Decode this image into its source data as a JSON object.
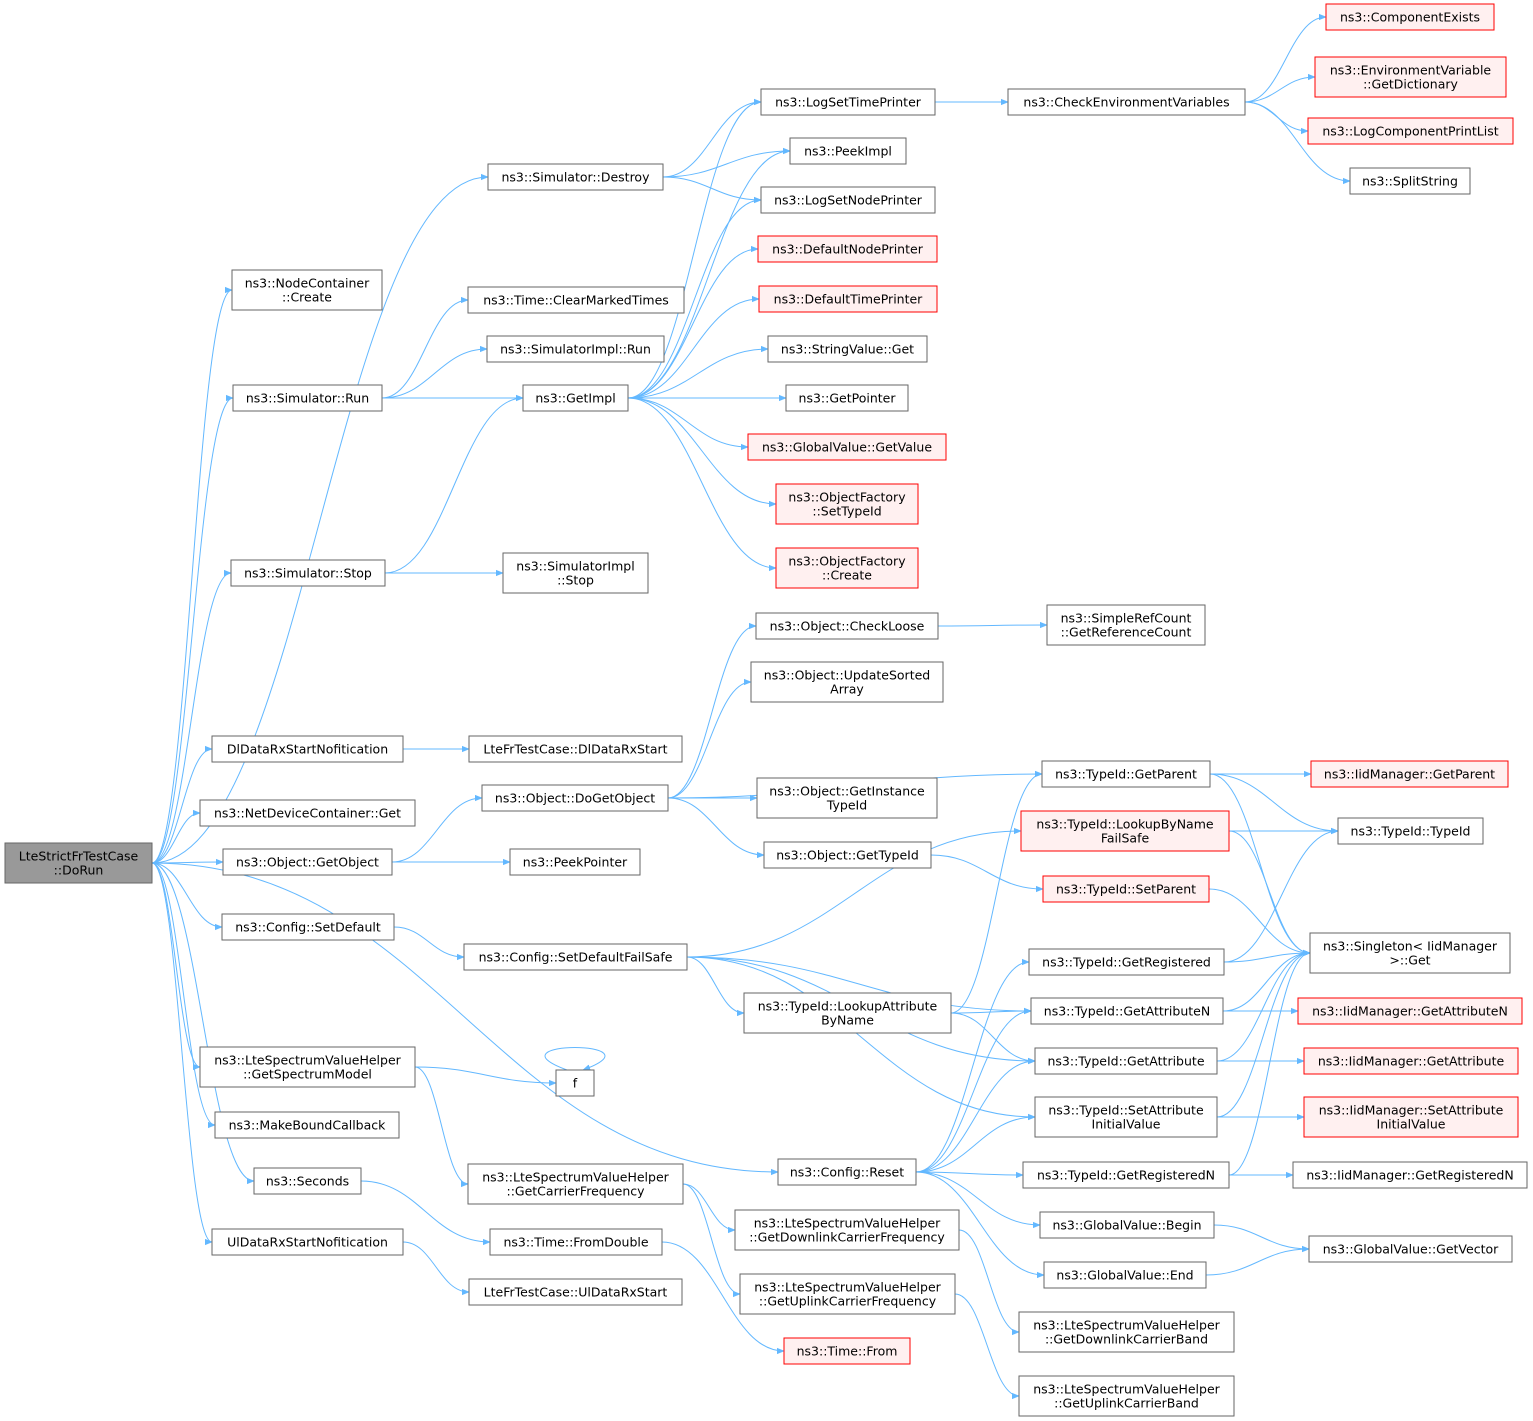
{
  "colors": {
    "edge": "#63b8ff",
    "root_fill": "#999999",
    "root_stroke": "#666666",
    "node_fill": "#ffffff",
    "node_stroke": "#666666",
    "trunc_fill": "#fff0f0",
    "trunc_stroke": "#ff0000"
  },
  "nodes": [
    {
      "id": "dorun",
      "kind": "root",
      "lines": [
        "LteStrictFrTestCase",
        "::DoRun"
      ]
    },
    {
      "id": "nc_create",
      "kind": "normal",
      "lines": [
        "ns3::NodeContainer",
        "::Create"
      ]
    },
    {
      "id": "sim_destroy",
      "kind": "normal",
      "lines": [
        "ns3::Simulator::Destroy"
      ]
    },
    {
      "id": "time_clear",
      "kind": "normal",
      "lines": [
        "ns3::Time::ClearMarkedTimes"
      ]
    },
    {
      "id": "simimpl_run",
      "kind": "normal",
      "lines": [
        "ns3::SimulatorImpl::Run"
      ]
    },
    {
      "id": "sim_run",
      "kind": "normal",
      "lines": [
        "ns3::Simulator::Run"
      ]
    },
    {
      "id": "getimpl",
      "kind": "normal",
      "lines": [
        "ns3::GetImpl"
      ]
    },
    {
      "id": "sim_stop",
      "kind": "normal",
      "lines": [
        "ns3::Simulator::Stop"
      ]
    },
    {
      "id": "simimpl_stop",
      "kind": "normal",
      "lines": [
        "ns3::SimulatorImpl",
        "::Stop"
      ]
    },
    {
      "id": "logsettime",
      "kind": "normal",
      "lines": [
        "ns3::LogSetTimePrinter"
      ]
    },
    {
      "id": "peekimpl",
      "kind": "normal",
      "lines": [
        "ns3::PeekImpl"
      ]
    },
    {
      "id": "logsetnode",
      "kind": "normal",
      "lines": [
        "ns3::LogSetNodePrinter"
      ]
    },
    {
      "id": "defnode",
      "kind": "trunc",
      "lines": [
        "ns3::DefaultNodePrinter"
      ]
    },
    {
      "id": "deftime",
      "kind": "trunc",
      "lines": [
        "ns3::DefaultTimePrinter"
      ]
    },
    {
      "id": "strval_get",
      "kind": "normal",
      "lines": [
        "ns3::StringValue::Get"
      ]
    },
    {
      "id": "getpointer",
      "kind": "normal",
      "lines": [
        "ns3::GetPointer"
      ]
    },
    {
      "id": "gv_getvalue",
      "kind": "trunc",
      "lines": [
        "ns3::GlobalValue::GetValue"
      ]
    },
    {
      "id": "of_settypeid",
      "kind": "trunc",
      "lines": [
        "ns3::ObjectFactory",
        "::SetTypeId"
      ]
    },
    {
      "id": "of_create",
      "kind": "trunc",
      "lines": [
        "ns3::ObjectFactory",
        "::Create"
      ]
    },
    {
      "id": "checkenv",
      "kind": "normal",
      "lines": [
        "ns3::CheckEnvironmentVariables"
      ]
    },
    {
      "id": "compexists",
      "kind": "trunc",
      "lines": [
        "ns3::ComponentExists"
      ]
    },
    {
      "id": "envgetdict",
      "kind": "trunc",
      "lines": [
        "ns3::EnvironmentVariable",
        "::GetDictionary"
      ]
    },
    {
      "id": "logcompprint",
      "kind": "trunc",
      "lines": [
        "ns3::LogComponentPrintList"
      ]
    },
    {
      "id": "splitstring",
      "kind": "normal",
      "lines": [
        "ns3::SplitString"
      ]
    },
    {
      "id": "obj_checkloose",
      "kind": "normal",
      "lines": [
        "ns3::Object::CheckLoose"
      ]
    },
    {
      "id": "srefcount",
      "kind": "normal",
      "lines": [
        "ns3::SimpleRefCount",
        "::GetReferenceCount"
      ]
    },
    {
      "id": "obj_updsorted",
      "kind": "normal",
      "lines": [
        "ns3::Object::UpdateSorted",
        "Array"
      ]
    },
    {
      "id": "dldata",
      "kind": "normal",
      "lines": [
        "DlDataRxStartNofitication"
      ]
    },
    {
      "id": "ltefr_dl",
      "kind": "normal",
      "lines": [
        "LteFrTestCase::DlDataRxStart"
      ]
    },
    {
      "id": "ndc_get",
      "kind": "normal",
      "lines": [
        "ns3::NetDeviceContainer::Get"
      ]
    },
    {
      "id": "obj_dogetobject",
      "kind": "normal",
      "lines": [
        "ns3::Object::DoGetObject"
      ]
    },
    {
      "id": "obj_getinst",
      "kind": "normal",
      "lines": [
        "ns3::Object::GetInstance",
        "TypeId"
      ]
    },
    {
      "id": "obj_gettypeid",
      "kind": "normal",
      "lines": [
        "ns3::Object::GetTypeId"
      ]
    },
    {
      "id": "obj_getobject",
      "kind": "normal",
      "lines": [
        "ns3::Object::GetObject"
      ]
    },
    {
      "id": "peekpointer",
      "kind": "normal",
      "lines": [
        "ns3::PeekPointer"
      ]
    },
    {
      "id": "tid_getparent",
      "kind": "normal",
      "lines": [
        "ns3::TypeId::GetParent"
      ]
    },
    {
      "id": "iid_getparent",
      "kind": "trunc",
      "lines": [
        "ns3::IidManager::GetParent"
      ]
    },
    {
      "id": "tid_lookupname",
      "kind": "trunc",
      "lines": [
        "ns3::TypeId::LookupByName",
        "FailSafe"
      ]
    },
    {
      "id": "tid_typeid",
      "kind": "normal",
      "lines": [
        "ns3::TypeId::TypeId"
      ]
    },
    {
      "id": "tid_setparent",
      "kind": "trunc",
      "lines": [
        "ns3::TypeId::SetParent"
      ]
    },
    {
      "id": "cfg_setdefault",
      "kind": "normal",
      "lines": [
        "ns3::Config::SetDefault"
      ]
    },
    {
      "id": "cfg_setdefaultfs",
      "kind": "normal",
      "lines": [
        "ns3::Config::SetDefaultFailSafe"
      ]
    },
    {
      "id": "tid_getregistered",
      "kind": "normal",
      "lines": [
        "ns3::TypeId::GetRegistered"
      ]
    },
    {
      "id": "singleton_get",
      "kind": "normal",
      "lines": [
        "ns3::Singleton< IidManager",
        ">::Get"
      ]
    },
    {
      "id": "tid_lookupattr",
      "kind": "normal",
      "lines": [
        "ns3::TypeId::LookupAttribute",
        "ByName"
      ]
    },
    {
      "id": "tid_getattrn",
      "kind": "normal",
      "lines": [
        "ns3::TypeId::GetAttributeN"
      ]
    },
    {
      "id": "iid_getattrn",
      "kind": "trunc",
      "lines": [
        "ns3::IidManager::GetAttributeN"
      ]
    },
    {
      "id": "ltesvh_getmodel",
      "kind": "normal",
      "lines": [
        "ns3::LteSpectrumValueHelper",
        "::GetSpectrumModel"
      ]
    },
    {
      "id": "f",
      "kind": "normal",
      "lines": [
        "f"
      ]
    },
    {
      "id": "tid_getattr",
      "kind": "normal",
      "lines": [
        "ns3::TypeId::GetAttribute"
      ]
    },
    {
      "id": "iid_getattr",
      "kind": "trunc",
      "lines": [
        "ns3::IidManager::GetAttribute"
      ]
    },
    {
      "id": "makebound",
      "kind": "normal",
      "lines": [
        "ns3::MakeBoundCallback"
      ]
    },
    {
      "id": "tid_setattrinit",
      "kind": "normal",
      "lines": [
        "ns3::TypeId::SetAttribute",
        "InitialValue"
      ]
    },
    {
      "id": "iid_setattrinit",
      "kind": "trunc",
      "lines": [
        "ns3::IidManager::SetAttribute",
        "InitialValue"
      ]
    },
    {
      "id": "ltesvh_getcarrier",
      "kind": "normal",
      "lines": [
        "ns3::LteSpectrumValueHelper",
        "::GetCarrierFrequency"
      ]
    },
    {
      "id": "cfg_reset",
      "kind": "normal",
      "lines": [
        "ns3::Config::Reset"
      ]
    },
    {
      "id": "tid_getregn",
      "kind": "normal",
      "lines": [
        "ns3::TypeId::GetRegisteredN"
      ]
    },
    {
      "id": "iid_getregn",
      "kind": "normal",
      "lines": [
        "ns3::IidManager::GetRegisteredN"
      ]
    },
    {
      "id": "seconds",
      "kind": "normal",
      "lines": [
        "ns3::Seconds"
      ]
    },
    {
      "id": "gv_begin",
      "kind": "normal",
      "lines": [
        "ns3::GlobalValue::Begin"
      ]
    },
    {
      "id": "ltesvh_getdlcf",
      "kind": "normal",
      "lines": [
        "ns3::LteSpectrumValueHelper",
        "::GetDownlinkCarrierFrequency"
      ]
    },
    {
      "id": "uldata",
      "kind": "normal",
      "lines": [
        "UlDataRxStartNofitication"
      ]
    },
    {
      "id": "time_fromdouble",
      "kind": "normal",
      "lines": [
        "ns3::Time::FromDouble"
      ]
    },
    {
      "id": "gv_getvector",
      "kind": "normal",
      "lines": [
        "ns3::GlobalValue::GetVector"
      ]
    },
    {
      "id": "gv_end",
      "kind": "normal",
      "lines": [
        "ns3::GlobalValue::End"
      ]
    },
    {
      "id": "ltefr_ul",
      "kind": "normal",
      "lines": [
        "LteFrTestCase::UlDataRxStart"
      ]
    },
    {
      "id": "ltesvh_getulcf",
      "kind": "normal",
      "lines": [
        "ns3::LteSpectrumValueHelper",
        "::GetUplinkCarrierFrequency"
      ]
    },
    {
      "id": "ltesvh_getdlband",
      "kind": "normal",
      "lines": [
        "ns3::LteSpectrumValueHelper",
        "::GetDownlinkCarrierBand"
      ]
    },
    {
      "id": "time_from",
      "kind": "trunc",
      "lines": [
        "ns3::Time::From"
      ]
    },
    {
      "id": "ltesvh_getulband",
      "kind": "normal",
      "lines": [
        "ns3::LteSpectrumValueHelper",
        "::GetUplinkCarrierBand"
      ]
    }
  ],
  "edges": [
    [
      "dorun",
      "nc_create"
    ],
    [
      "dorun",
      "sim_destroy"
    ],
    [
      "dorun",
      "sim_run"
    ],
    [
      "dorun",
      "sim_stop"
    ],
    [
      "dorun",
      "dldata"
    ],
    [
      "dorun",
      "ndc_get"
    ],
    [
      "dorun",
      "obj_getobject"
    ],
    [
      "dorun",
      "cfg_setdefault"
    ],
    [
      "dorun",
      "cfg_reset"
    ],
    [
      "dorun",
      "ltesvh_getmodel"
    ],
    [
      "dorun",
      "makebound"
    ],
    [
      "dorun",
      "seconds"
    ],
    [
      "dorun",
      "uldata"
    ],
    [
      "sim_destroy",
      "logsettime"
    ],
    [
      "sim_destroy",
      "peekimpl"
    ],
    [
      "sim_destroy",
      "logsetnode"
    ],
    [
      "sim_run",
      "time_clear"
    ],
    [
      "sim_run",
      "simimpl_run"
    ],
    [
      "sim_run",
      "getimpl"
    ],
    [
      "sim_stop",
      "getimpl"
    ],
    [
      "sim_stop",
      "simimpl_stop"
    ],
    [
      "getimpl",
      "logsettime"
    ],
    [
      "getimpl",
      "peekimpl"
    ],
    [
      "getimpl",
      "logsetnode"
    ],
    [
      "getimpl",
      "defnode"
    ],
    [
      "getimpl",
      "deftime"
    ],
    [
      "getimpl",
      "strval_get"
    ],
    [
      "getimpl",
      "getpointer"
    ],
    [
      "getimpl",
      "gv_getvalue"
    ],
    [
      "getimpl",
      "of_settypeid"
    ],
    [
      "getimpl",
      "of_create"
    ],
    [
      "logsettime",
      "checkenv"
    ],
    [
      "checkenv",
      "compexists"
    ],
    [
      "checkenv",
      "envgetdict"
    ],
    [
      "checkenv",
      "logcompprint"
    ],
    [
      "checkenv",
      "splitstring"
    ],
    [
      "dldata",
      "ltefr_dl"
    ],
    [
      "obj_getobject",
      "obj_dogetobject"
    ],
    [
      "obj_getobject",
      "peekpointer"
    ],
    [
      "obj_dogetobject",
      "obj_checkloose"
    ],
    [
      "obj_dogetobject",
      "obj_updsorted"
    ],
    [
      "obj_dogetobject",
      "obj_getinst"
    ],
    [
      "obj_dogetobject",
      "obj_gettypeid"
    ],
    [
      "obj_dogetobject",
      "tid_getparent"
    ],
    [
      "obj_checkloose",
      "srefcount"
    ],
    [
      "obj_gettypeid",
      "tid_setparent"
    ],
    [
      "tid_getparent",
      "iid_getparent"
    ],
    [
      "tid_getparent",
      "tid_typeid"
    ],
    [
      "tid_getparent",
      "singleton_get"
    ],
    [
      "tid_lookupname",
      "tid_typeid"
    ],
    [
      "tid_lookupname",
      "singleton_get"
    ],
    [
      "tid_setparent",
      "singleton_get"
    ],
    [
      "tid_getregistered",
      "tid_typeid"
    ],
    [
      "tid_getregistered",
      "singleton_get"
    ],
    [
      "tid_getattrn",
      "iid_getattrn"
    ],
    [
      "tid_getattrn",
      "singleton_get"
    ],
    [
      "tid_getattr",
      "iid_getattr"
    ],
    [
      "tid_getattr",
      "singleton_get"
    ],
    [
      "tid_setattrinit",
      "iid_setattrinit"
    ],
    [
      "tid_setattrinit",
      "singleton_get"
    ],
    [
      "tid_getregn",
      "iid_getregn"
    ],
    [
      "tid_getregn",
      "singleton_get"
    ],
    [
      "cfg_setdefault",
      "cfg_setdefaultfs"
    ],
    [
      "cfg_setdefaultfs",
      "tid_lookupname"
    ],
    [
      "cfg_setdefaultfs",
      "tid_getattrn"
    ],
    [
      "cfg_setdefaultfs",
      "tid_lookupattr"
    ],
    [
      "cfg_setdefaultfs",
      "tid_getattr"
    ],
    [
      "cfg_setdefaultfs",
      "tid_setattrinit"
    ],
    [
      "tid_lookupattr",
      "tid_getparent"
    ],
    [
      "tid_lookupattr",
      "tid_getattrn"
    ],
    [
      "tid_lookupattr",
      "tid_getattr"
    ],
    [
      "cfg_reset",
      "tid_getregistered"
    ],
    [
      "cfg_reset",
      "tid_getattrn"
    ],
    [
      "cfg_reset",
      "tid_getattr"
    ],
    [
      "cfg_reset",
      "tid_setattrinit"
    ],
    [
      "cfg_reset",
      "tid_getregn"
    ],
    [
      "cfg_reset",
      "gv_begin"
    ],
    [
      "cfg_reset",
      "gv_end"
    ],
    [
      "ltesvh_getmodel",
      "f"
    ],
    [
      "ltesvh_getmodel",
      "ltesvh_getcarrier"
    ],
    [
      "f",
      "f"
    ],
    [
      "ltesvh_getcarrier",
      "ltesvh_getdlcf"
    ],
    [
      "ltesvh_getcarrier",
      "ltesvh_getulcf"
    ],
    [
      "ltesvh_getdlcf",
      "ltesvh_getdlband"
    ],
    [
      "ltesvh_getulcf",
      "ltesvh_getulband"
    ],
    [
      "seconds",
      "time_fromdouble"
    ],
    [
      "time_fromdouble",
      "time_from"
    ],
    [
      "gv_begin",
      "gv_getvector"
    ],
    [
      "gv_end",
      "gv_getvector"
    ],
    [
      "uldata",
      "ltefr_ul"
    ]
  ]
}
